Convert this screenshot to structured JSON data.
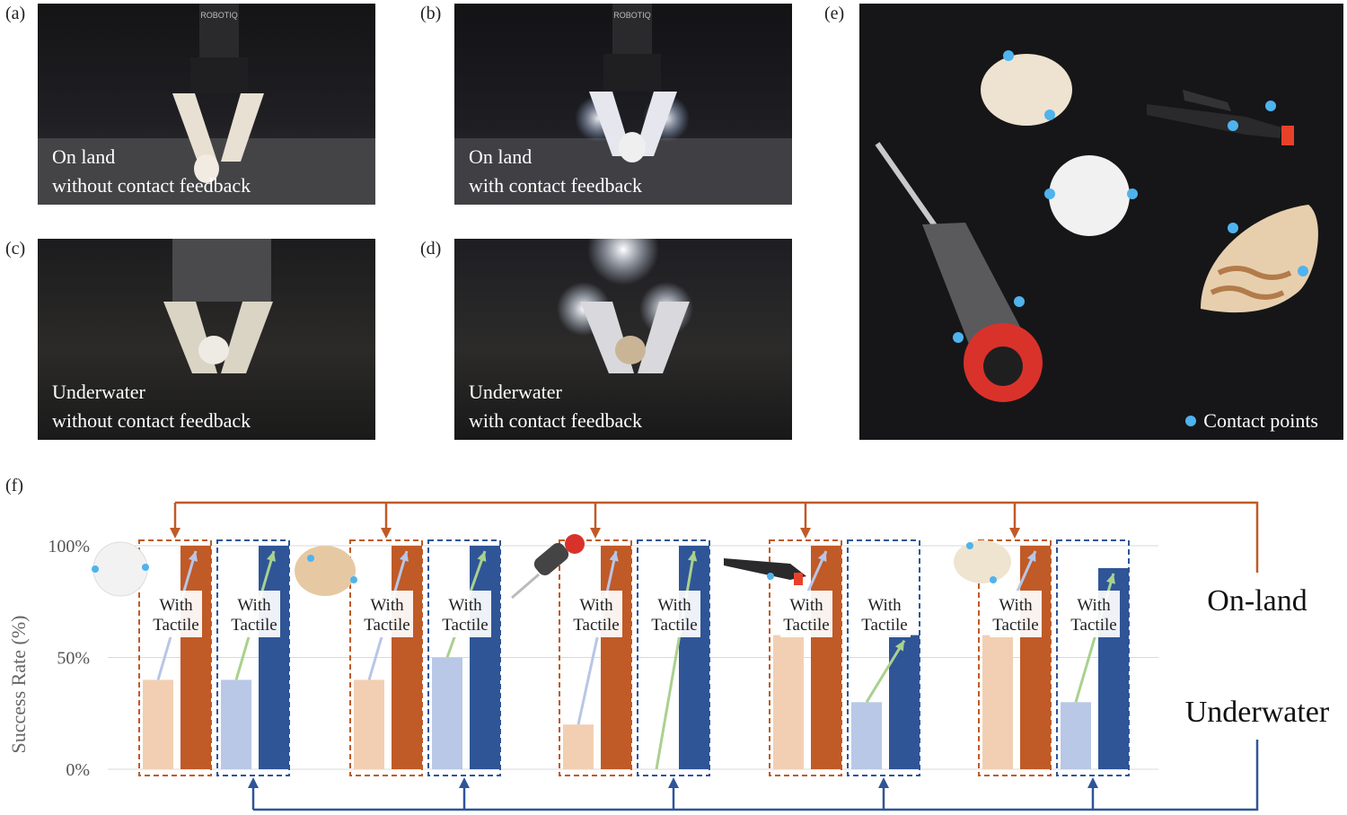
{
  "panels": {
    "a": {
      "label": "(a)",
      "line1": "On land",
      "line2": "without contact feedback"
    },
    "b": {
      "label": "(b)",
      "line1": "On land",
      "line2": "with contact feedback"
    },
    "c": {
      "label": "(c)",
      "line1": "Underwater",
      "line2": "without contact feedback"
    },
    "d": {
      "label": "(d)",
      "line1": "Underwater",
      "line2": "with contact feedback"
    },
    "e": {
      "label": "(e)",
      "legend": "Contact points"
    },
    "f": {
      "label": "(f)"
    }
  },
  "gripper_brand": "ROBOTIQ",
  "colors": {
    "onland_without": "#f2cfb2",
    "onland_with": "#c05a27",
    "underwater_without": "#b9c8e6",
    "underwater_with": "#2f5597",
    "onland_line": "#c05a27",
    "underwater_line": "#2f5597",
    "contact_point": "#4fb3ee",
    "photo_bg": "#1b1b1d"
  },
  "chart_data": {
    "type": "bar",
    "ylabel": "Success Rate (%)",
    "ylim": [
      0,
      100
    ],
    "yticks": [
      0,
      50,
      100
    ],
    "ytick_labels": [
      "0%",
      "50%",
      "100%"
    ],
    "grid": true,
    "categories": [
      "golf ball",
      "shell",
      "screwdriver",
      "clamp",
      "egg"
    ],
    "category_icons": [
      "golf-ball-icon",
      "shell-icon",
      "screwdriver-icon",
      "clamp-icon",
      "egg-icon"
    ],
    "series": [
      {
        "environment": "On-land",
        "values_without": [
          40,
          40,
          20,
          60,
          60
        ],
        "values_with": [
          100,
          100,
          100,
          100,
          100
        ]
      },
      {
        "environment": "Underwater",
        "values_without": [
          40,
          50,
          0,
          30,
          30
        ],
        "values_with": [
          100,
          100,
          100,
          60,
          90
        ]
      }
    ],
    "annotation_line1": "With",
    "annotation_line2": "Tactile",
    "side_labels": {
      "onland": "On-land",
      "underwater": "Underwater"
    }
  }
}
